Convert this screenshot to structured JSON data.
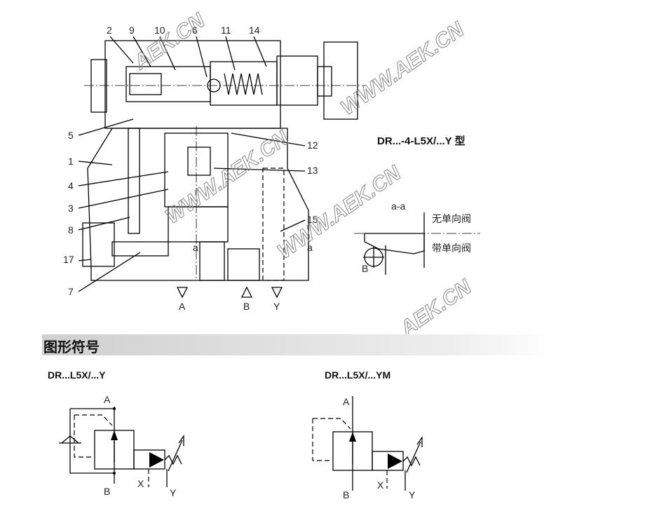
{
  "drawing": {
    "title": "DR...-4-L5X/...Y 型",
    "part_numbers_top": [
      "2",
      "9",
      "10",
      "6",
      "11",
      "14"
    ],
    "part_numbers_left": [
      "5",
      "1",
      "4",
      "3",
      "8",
      "17",
      "7"
    ],
    "part_numbers_right": [
      "12",
      "13",
      "15"
    ],
    "section_marks": [
      "a",
      "a"
    ],
    "ports": [
      "A",
      "B",
      "Y"
    ],
    "section_view": {
      "title": "a-a",
      "without_check_valve": "无单向阀",
      "with_check_valve": "带单向阀",
      "port": "B"
    },
    "watermarks": [
      "AEK.CN",
      "WWW.AEK.CN",
      "WWW.AEK.CN",
      "WWW.AEK.CN",
      "AEK.CN"
    ]
  },
  "section": {
    "title": "图形符号"
  },
  "symbols": [
    {
      "title": "DR...L5X/...Y",
      "labels": {
        "a": "A",
        "b": "B",
        "x": "X",
        "y": "Y"
      }
    },
    {
      "title": "DR...L5X/...YM",
      "labels": {
        "a": "A",
        "b": "B",
        "x": "X",
        "y": "Y"
      }
    }
  ]
}
